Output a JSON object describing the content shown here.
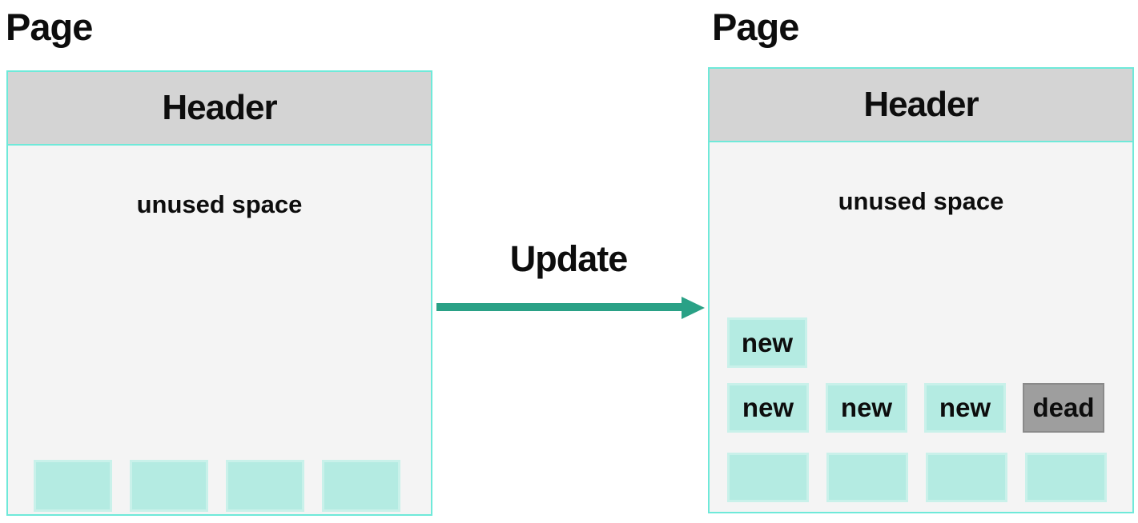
{
  "colors": {
    "canvas_bg": "#ffffff",
    "outline": "#6fe9d9",
    "header_bg": "#d4d4d4",
    "body_bg": "#f4f4f4",
    "block_bg": "#b4ebe2",
    "block_border": "#c9f1ea",
    "dead_bg": "#9e9e9e",
    "dead_border": "#8a8a8a",
    "arrow": "#2aa186",
    "text": "#0d0d0d"
  },
  "left_page": {
    "title": "Page",
    "header_label": "Header",
    "body_label": "unused space",
    "bottom_blocks_count": 4
  },
  "arrow": {
    "label": "Update",
    "direction": "right"
  },
  "right_page": {
    "title": "Page",
    "header_label": "Header",
    "body_label": "unused space",
    "row1": [
      {
        "label": "new",
        "state": "new"
      }
    ],
    "row2": [
      {
        "label": "new",
        "state": "new"
      },
      {
        "label": "new",
        "state": "new"
      },
      {
        "label": "new",
        "state": "new"
      },
      {
        "label": "dead",
        "state": "dead"
      }
    ],
    "bottom_blocks_count": 4
  }
}
